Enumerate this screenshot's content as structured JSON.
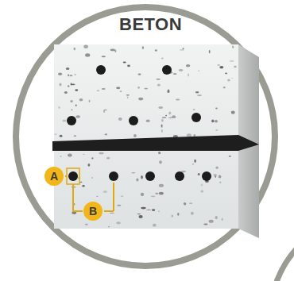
{
  "diagram": {
    "title": "BETON",
    "labels": [
      "A",
      "B"
    ]
  }
}
